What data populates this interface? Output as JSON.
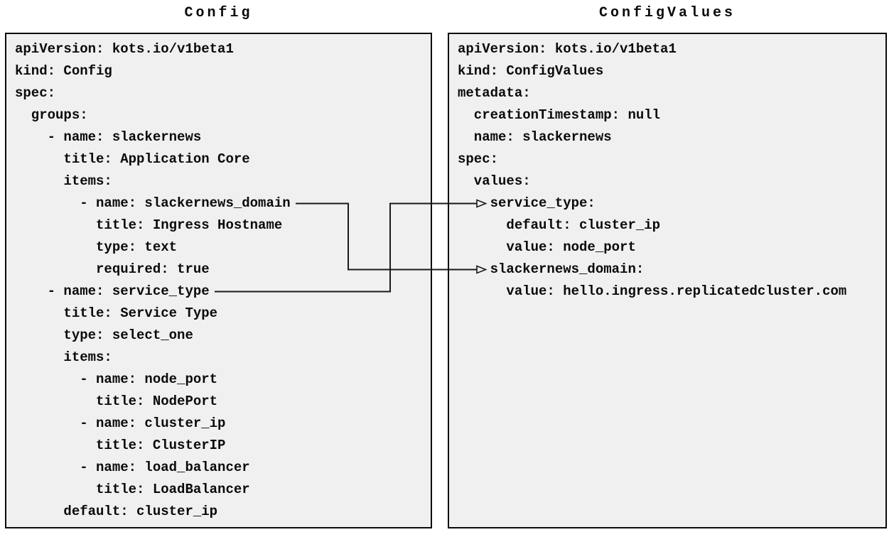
{
  "left_panel": {
    "title": "Config",
    "lines": [
      "apiVersion: kots.io/v1beta1",
      "kind: Config",
      "spec:",
      "  groups:",
      "    - name: slackernews",
      "      title: Application Core",
      "      items:",
      "        - name: slackernews_domain",
      "          title: Ingress Hostname",
      "          type: text",
      "          required: true",
      "    - name: service_type",
      "      title: Service Type",
      "      type: select_one",
      "      items:",
      "        - name: node_port",
      "          title: NodePort",
      "        - name: cluster_ip",
      "          title: ClusterIP",
      "        - name: load_balancer",
      "          title: LoadBalancer",
      "      default: cluster_ip"
    ]
  },
  "right_panel": {
    "title": "ConfigValues",
    "lines": [
      "apiVersion: kots.io/v1beta1",
      "kind: ConfigValues",
      "metadata:",
      "  creationTimestamp: null",
      "  name: slackernews",
      "spec:",
      "  values:",
      "    service_type:",
      "      default: cluster_ip",
      "      value: node_port",
      "    slackernews_domain:",
      "      value: hello.ingress.replicatedcluster.com"
    ]
  },
  "connectors": [
    {
      "from": "Config: - name: slackernews_domain",
      "to": "ConfigValues: slackernews_domain:"
    },
    {
      "from": "Config: - name: service_type",
      "to": "ConfigValues: service_type:"
    }
  ],
  "colors": {
    "background": "#ffffff",
    "panel_bg": "#f0f0f1",
    "panel_border": "#0a0a0a",
    "text": "#0a0a0a",
    "connector_line": "#1a1a1a"
  }
}
